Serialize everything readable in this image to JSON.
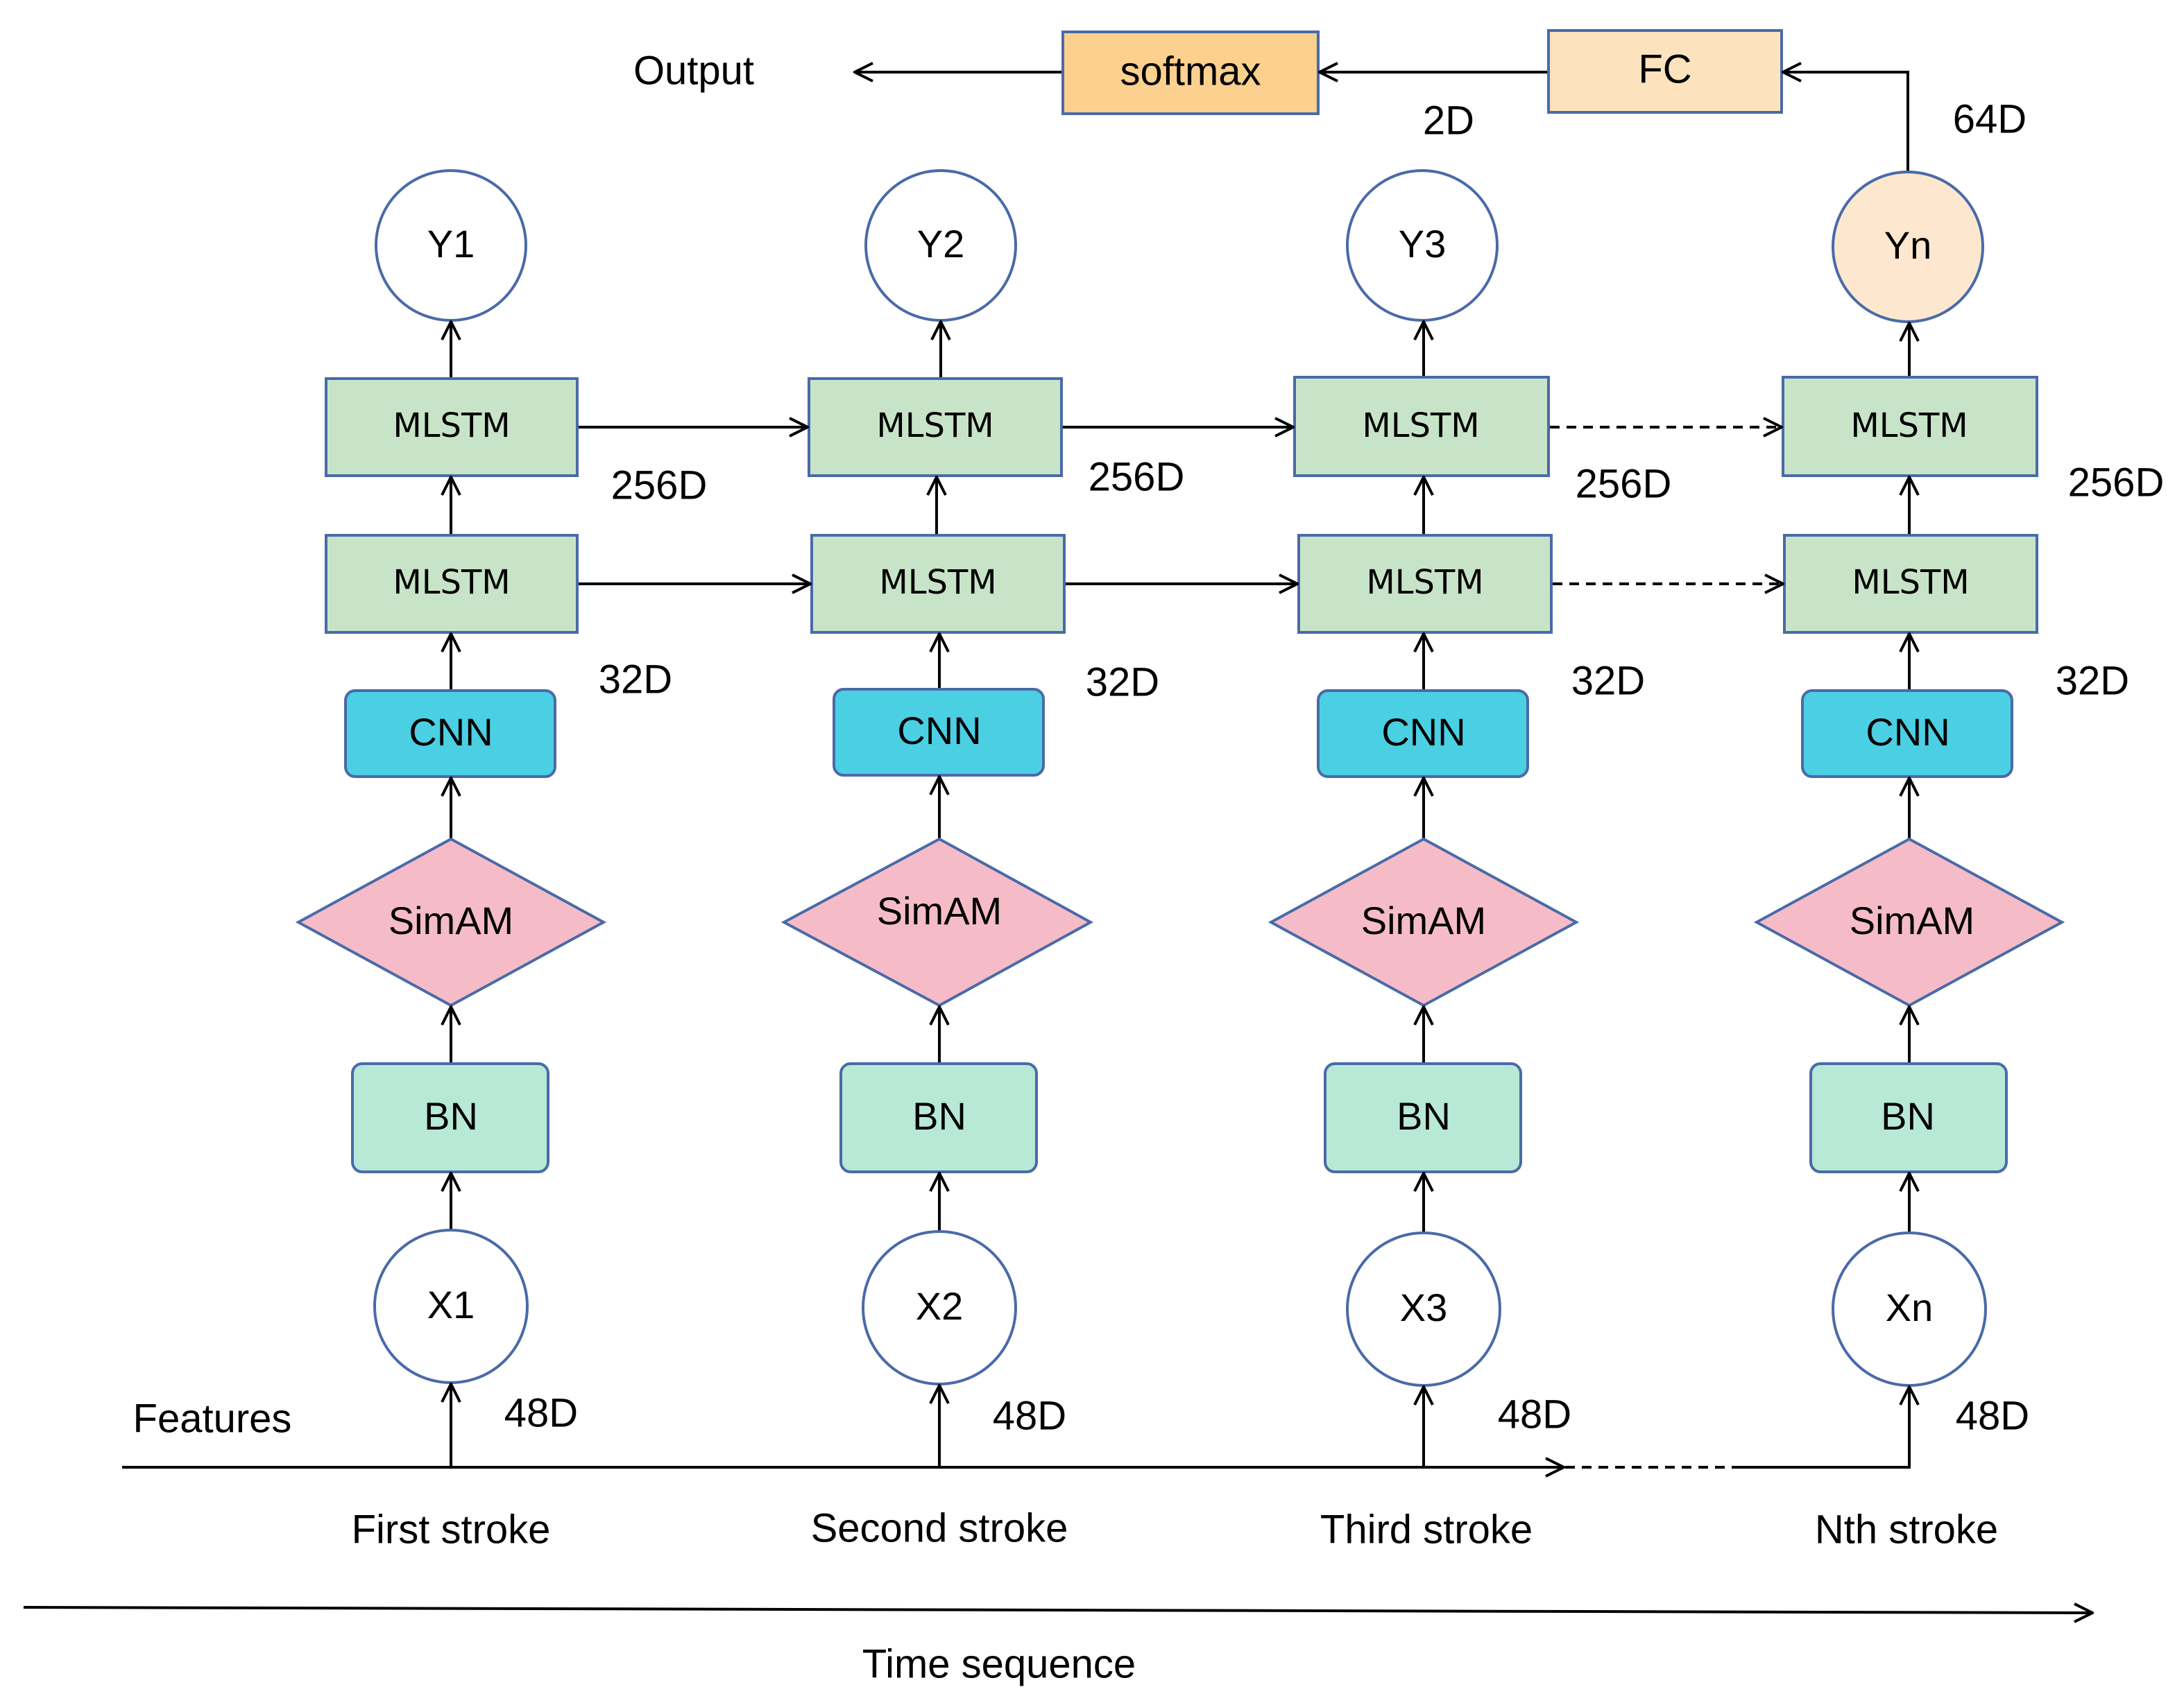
{
  "top": {
    "output": "Output",
    "softmax": "softmax",
    "fc": "FC",
    "dim_2d": "2D",
    "dim_64d": "64D"
  },
  "features": "Features",
  "time_sequence": "Time sequence",
  "columns": [
    {
      "y": "Y1",
      "mlstm_top": "MLSTM",
      "mlstm_bottom": "MLSTM",
      "dim_lstm": "256D",
      "dim_cnn": "32D",
      "cnn": "CNN",
      "simam": "SimAM",
      "bn": "BN",
      "x": "X1",
      "dim_input": "48D",
      "stroke": "First stroke"
    },
    {
      "y": "Y2",
      "mlstm_top": "MLSTM",
      "mlstm_bottom": "MLSTM",
      "dim_lstm": "256D",
      "dim_cnn": "32D",
      "cnn": "CNN",
      "simam": "SimAM",
      "bn": "BN",
      "x": "X2",
      "dim_input": "48D",
      "stroke": "Second stroke"
    },
    {
      "y": "Y3",
      "mlstm_top": "MLSTM",
      "mlstm_bottom": "MLSTM",
      "dim_lstm": "256D",
      "dim_cnn": "32D",
      "cnn": "CNN",
      "simam": "SimAM",
      "bn": "BN",
      "x": "X3",
      "dim_input": "48D",
      "stroke": "Third stroke"
    },
    {
      "y": "Yn",
      "mlstm_top": "MLSTM",
      "mlstm_bottom": "MLSTM",
      "dim_lstm": "256D",
      "dim_cnn": "32D",
      "cnn": "CNN",
      "simam": "SimAM",
      "bn": "BN",
      "x": "Xn",
      "dim_input": "48D",
      "stroke": "Nth stroke"
    }
  ],
  "colors": {
    "stroke_blue": "#4a6aa8",
    "mlstm_fill": "#c8e4c8",
    "cnn_fill": "#4bcfe3",
    "simam_fill": "#f5bcc8",
    "bn_fill": "#b8e8d6",
    "softmax_fill": "#fcd08f",
    "fc_fill": "#fde3bd",
    "yn_fill": "#fde8cf"
  }
}
